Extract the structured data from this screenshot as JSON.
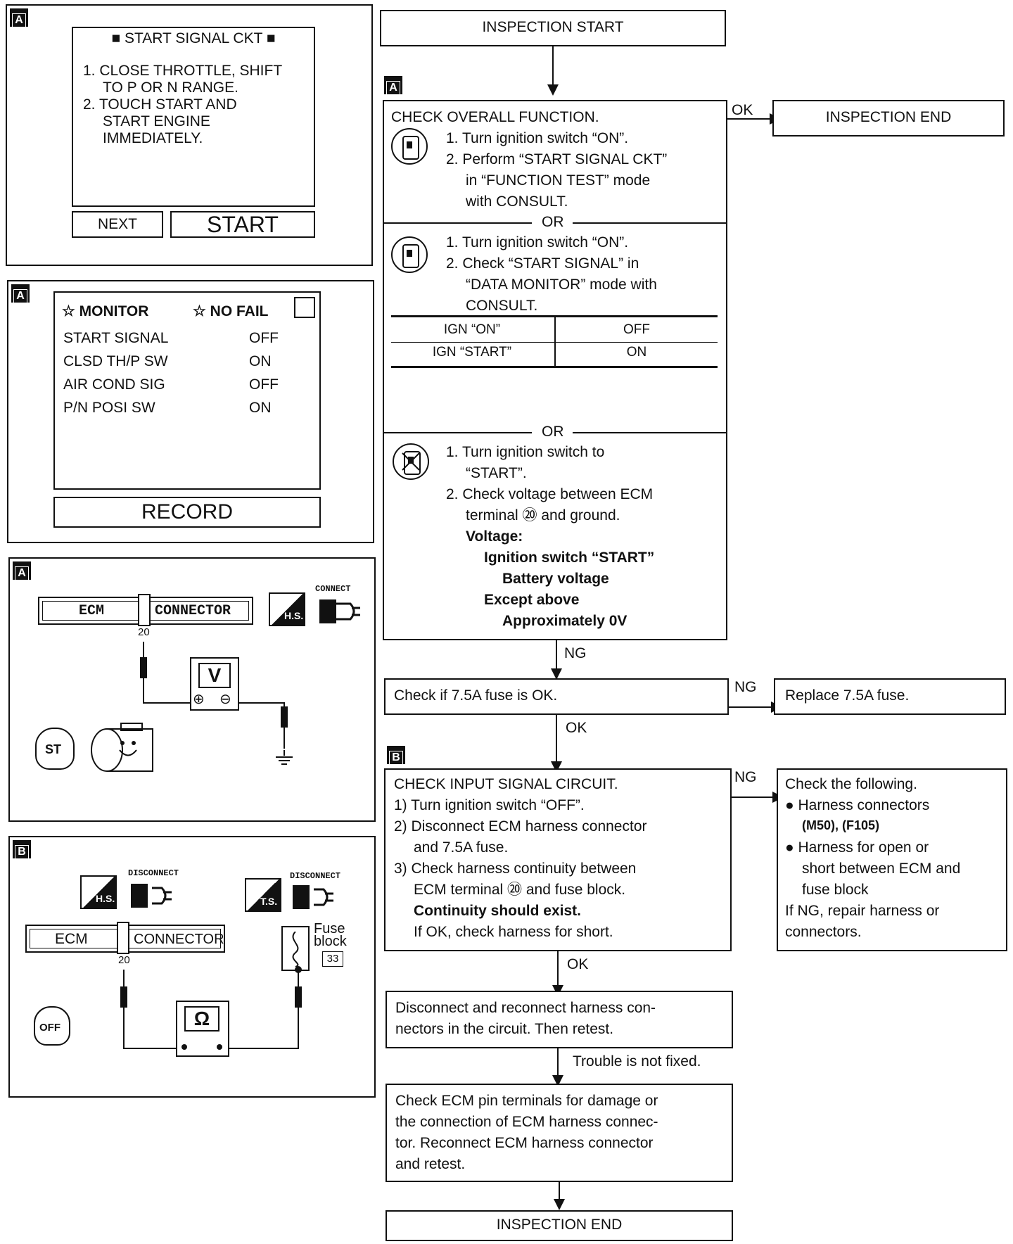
{
  "panels": {
    "tag_a": "A",
    "tag_b": "B",
    "consult_screen_1": {
      "title": "■ START SIGNAL CKT ■",
      "steps": [
        "1.  CLOSE THROTTLE, SHIFT",
        "TO P OR N RANGE.",
        "2.  TOUCH START AND",
        "START ENGINE",
        "IMMEDIATELY."
      ],
      "next_button": "NEXT",
      "start_button": "START"
    },
    "consult_screen_2": {
      "monitor": "☆ MONITOR",
      "no_fail": "☆ NO  FAIL",
      "rows": [
        {
          "name": "START SIGNAL",
          "value": "OFF"
        },
        {
          "name": "CLSD TH/P SW",
          "value": "ON"
        },
        {
          "name": "AIR COND SIG",
          "value": "OFF"
        },
        {
          "name": "P/N POSI SW",
          "value": "ON"
        }
      ],
      "record_button": "RECORD"
    },
    "diagram_a": {
      "ecm": "ECM",
      "connector": "CONNECTOR",
      "pin": "20",
      "connect": "CONNECT",
      "hs": "H.S.",
      "meter": "V",
      "plus": "⊕",
      "minus": "⊖",
      "key": "ST"
    },
    "diagram_b": {
      "ecm": "ECM",
      "connector": "CONNECTOR",
      "pin": "20",
      "disconnect_1": "DISCONNECT",
      "disconnect_2": "DISCONNECT",
      "hs": "H.S.",
      "ts": "T.S.",
      "fuse": "Fuse",
      "block": "block",
      "fuse_num": "33",
      "meter": "Ω",
      "key": "OFF"
    }
  },
  "flow": {
    "start": "INSPECTION START",
    "check_overall": {
      "title": "CHECK OVERALL FUNCTION.",
      "step1": "1.  Turn ignition switch “ON”.",
      "step2a": "2.  Perform “START SIGNAL CKT”",
      "step2b": "in “FUNCTION TEST” mode",
      "step2c": "with CONSULT.",
      "or": "OR",
      "alt_step1": "1.  Turn ignition switch “ON”.",
      "alt_step2a": "2.  Check “START SIGNAL” in",
      "alt_step2b": "“DATA MONITOR” mode with",
      "alt_step2c": "CONSULT.",
      "table": [
        {
          "cond": "IGN “ON”",
          "val": "OFF"
        },
        {
          "cond": "IGN “START”",
          "val": "ON"
        }
      ],
      "or2": "OR",
      "v_step1a": "1.  Turn ignition switch to",
      "v_step1b": "“START”.",
      "v_step2a": "2.  Check voltage between ECM",
      "v_step2b": "terminal ⑳ and ground.",
      "voltage": "Voltage:",
      "ign_start": "Ignition switch “START”",
      "battery": "Battery voltage",
      "except": "Except above",
      "approx": "Approximately 0V"
    },
    "ok1": "OK",
    "inspection_end_1": "INSPECTION END",
    "ng1": "NG",
    "check_fuse": "Check if 7.5A fuse is OK.",
    "ng2": "NG",
    "replace_fuse": "Replace 7.5A fuse.",
    "ok2": "OK",
    "check_input": {
      "title": "CHECK INPUT SIGNAL CIRCUIT.",
      "s1": "1) Turn ignition switch “OFF”.",
      "s2a": "2) Disconnect ECM harness connector",
      "s2b": "and 7.5A fuse.",
      "s3a": "3) Check harness continuity between",
      "s3b": "ECM terminal  ⑳  and fuse block.",
      "cont": "Continuity should exist.",
      "ifok": "If OK, check harness for short."
    },
    "ng3": "NG",
    "check_following": {
      "title": "Check the following.",
      "b1": "● Harness connectors",
      "b1b": "(M50), (F105)",
      "b2a": "● Harness for open or",
      "b2b": "short between ECM and",
      "b2c": "fuse block",
      "ng_a": "If NG, repair harness or",
      "ng_b": "connectors."
    },
    "ok3": "OK",
    "reconnect_a": "Disconnect and reconnect harness con-",
    "reconnect_b": "nectors in the circuit. Then retest.",
    "not_fixed": "Trouble is not fixed.",
    "check_pins_a": "Check ECM pin terminals for damage or",
    "check_pins_b": "the connection of ECM harness connec-",
    "check_pins_c": "tor. Reconnect ECM harness connector",
    "check_pins_d": "and retest.",
    "inspection_end_2": "INSPECTION END"
  }
}
